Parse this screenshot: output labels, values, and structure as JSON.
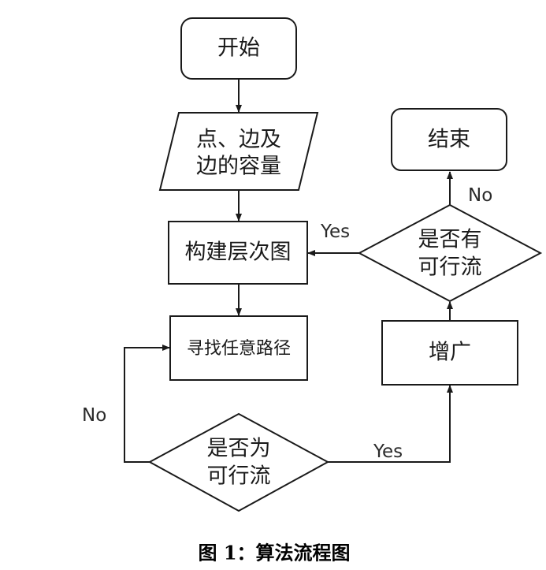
{
  "nodes": {
    "start": "开始",
    "input_line1": "点、边及",
    "input_line2": "边的容量",
    "build": "构建层次图",
    "find": "寻找任意路径",
    "feasible_line1": "是否为",
    "feasible_line2": "可行流",
    "augment": "增广",
    "has_flow_line1": "是否有",
    "has_flow_line2": "可行流",
    "end": "结束"
  },
  "edges": {
    "has_flow_yes": "Yes",
    "has_flow_no": "No",
    "feasible_yes": "Yes",
    "feasible_no": "No"
  },
  "caption": "图 1：算法流程图"
}
